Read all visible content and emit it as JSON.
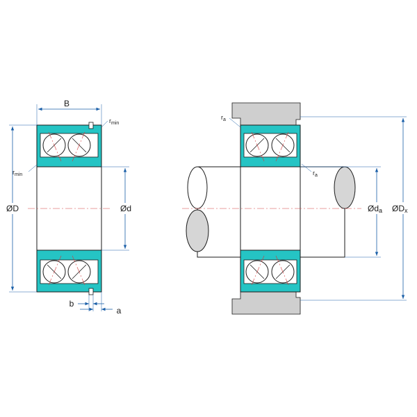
{
  "colors": {
    "ring_fill": "#25c4c4",
    "dimension_line": "#1a5fa8",
    "centerline": "#d23a3a",
    "housing_fill": "#cfcfcf",
    "shaft_end_fill": "#d6d6d6"
  },
  "left_view": {
    "width_label": "B",
    "outer_diameter_label": "ØD",
    "bore_diameter_label": "Ød",
    "r_min_top": {
      "main": "r",
      "sub": "min"
    },
    "r_min_left": {
      "main": "r",
      "sub": "min"
    },
    "snap_ring_width_label": "b",
    "snap_ring_offset_label": "a"
  },
  "right_view": {
    "r_a_top": {
      "main": "r",
      "sub": "a"
    },
    "r_a_inner": {
      "main": "r",
      "sub": "a"
    },
    "shaft_shoulder_label": {
      "main": "Ød",
      "sub": "a"
    },
    "housing_shoulder_label": {
      "main": "ØD",
      "sub": "x"
    }
  }
}
